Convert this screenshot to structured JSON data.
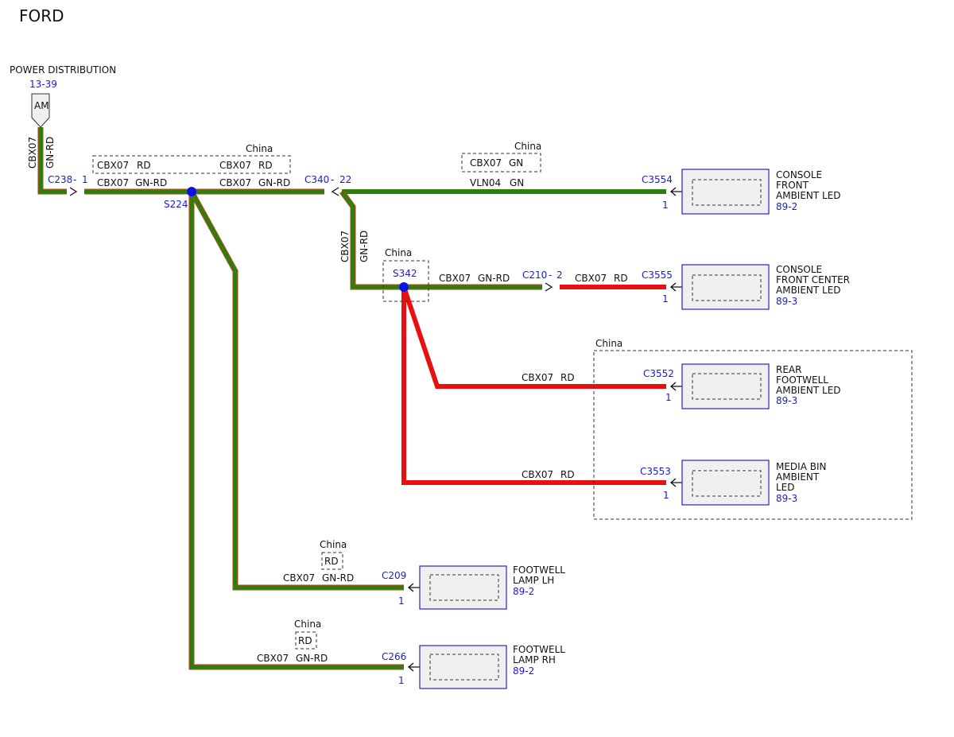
{
  "brand": "FORD",
  "colors": {
    "wire_gn_rd_outer": "#8a5a14",
    "wire_gn_rd_inner": "#2e7d0f",
    "wire_gn": "#2e7d0f",
    "wire_rd": "#e81010",
    "connector_ref": "#1a1ad6",
    "component_border": "#2424c8",
    "component_fill": "#f0f0f0",
    "splice": "#0a14e6"
  },
  "power": {
    "label": "POWER DISTRIBUTION",
    "ref": "13-39",
    "fuse_label": "AM"
  },
  "wire_labels": {
    "vertical_main": {
      "circuit": "CBX07",
      "color": "GN-RD"
    },
    "vertical_c340": {
      "circuit": "CBX07",
      "color": "GN-RD"
    },
    "main_left": {
      "circuit": "CBX07",
      "color": "GN-RD"
    },
    "main_right": {
      "circuit": "CBX07",
      "color": "GN-RD"
    },
    "c3554_wire": {
      "circuit": "VLN04",
      "color": "GN"
    },
    "s342_c210": {
      "circuit": "CBX07",
      "color": "GN-RD"
    },
    "c210_c3555": {
      "circuit": "CBX07",
      "color": "RD"
    },
    "rear_footwell": {
      "circuit": "CBX07",
      "color": "RD"
    },
    "media_bin": {
      "circuit": "CBX07",
      "color": "RD"
    },
    "footwell_lh": {
      "circuit": "CBX07",
      "color": "GN-RD"
    },
    "footwell_rh": {
      "circuit": "CBX07",
      "color": "GN-RD"
    }
  },
  "variant_boxes": {
    "main": {
      "label": "China",
      "left_circuit": "CBX07",
      "left_color": "RD",
      "right_circuit": "CBX07",
      "right_color": "RD"
    },
    "c3554": {
      "label": "China",
      "circuit": "CBX07",
      "color": "GN"
    },
    "s342": {
      "label": "China"
    },
    "rear_group": {
      "label": "China"
    },
    "lh": {
      "label": "China",
      "color": "RD"
    },
    "rh": {
      "label": "China",
      "color": "RD"
    }
  },
  "connectors": {
    "c238": {
      "ref": "C238",
      "pin": "1"
    },
    "c340": {
      "ref": "C340",
      "pin": "22"
    },
    "c210": {
      "ref": "C210",
      "pin": "2"
    },
    "c3554": {
      "ref": "C3554",
      "pin": "1"
    },
    "c3555": {
      "ref": "C3555",
      "pin": "1"
    },
    "c3552": {
      "ref": "C3552",
      "pin": "1"
    },
    "c3553": {
      "ref": "C3553",
      "pin": "1"
    },
    "c209": {
      "ref": "C209",
      "pin": "1"
    },
    "c266": {
      "ref": "C266",
      "pin": "1"
    },
    "dash": "-"
  },
  "splices": {
    "s224": "S224",
    "s342": "S342"
  },
  "components": {
    "console_front": {
      "lines": [
        "CONSOLE",
        "FRONT",
        "AMBIENT LED"
      ],
      "ref": "89-2"
    },
    "console_front_center": {
      "lines": [
        "CONSOLE",
        "FRONT CENTER",
        "AMBIENT LED"
      ],
      "ref": "89-3"
    },
    "rear_footwell": {
      "lines": [
        "REAR",
        "FOOTWELL",
        "AMBIENT LED"
      ],
      "ref": "89-3"
    },
    "media_bin": {
      "lines": [
        "MEDIA BIN",
        "AMBIENT",
        "LED"
      ],
      "ref": "89-3"
    },
    "footwell_lh": {
      "lines": [
        "FOOTWELL",
        "LAMP LH"
      ],
      "ref": "89-2"
    },
    "footwell_rh": {
      "lines": [
        "FOOTWELL",
        "LAMP RH"
      ],
      "ref": "89-2"
    }
  }
}
